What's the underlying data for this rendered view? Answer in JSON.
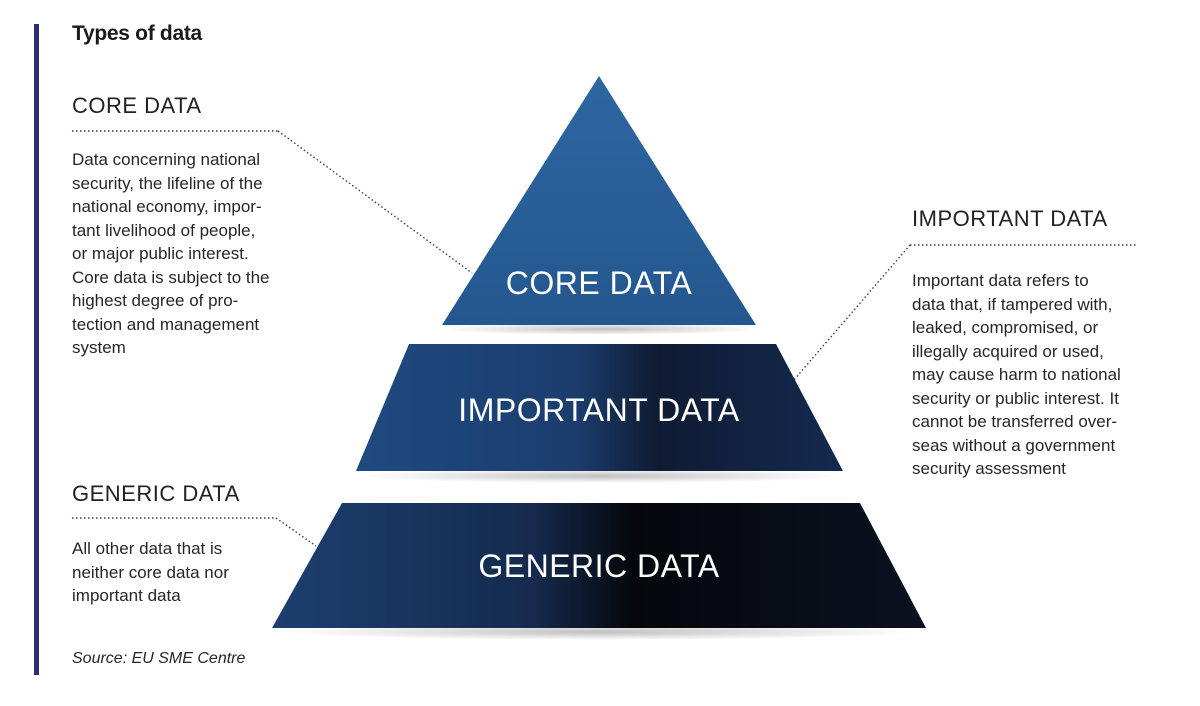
{
  "title": "Types of data",
  "source": "Source: EU SME Centre",
  "colors": {
    "accent_bar": "#2b2e73",
    "core_fill": "#2a5f98",
    "important_fill": "#1b3d6e",
    "generic_fill": "#0c1424"
  },
  "pyramid": {
    "tiers": [
      {
        "id": "core",
        "label": "CORE DATA"
      },
      {
        "id": "important",
        "label": "IMPORTANT DATA"
      },
      {
        "id": "generic",
        "label": "GENERIC DATA"
      }
    ]
  },
  "callouts": {
    "core": {
      "heading": "CORE DATA",
      "lines": [
        "Data concerning national",
        "security, the lifeline of the",
        "national economy, impor-",
        "tant livelihood of people,",
        "or major public interest.",
        "Core data is subject to the",
        "highest degree of pro-",
        "tection and management",
        "system"
      ]
    },
    "important": {
      "heading": "IMPORTANT DATA",
      "lines": [
        "Important data refers to",
        "data that, if tampered with,",
        "leaked, compromised, or",
        "illegally acquired or used,",
        "may cause harm to national",
        "security or public interest. It",
        "cannot be transferred over-",
        "seas without a government",
        "security assessment"
      ]
    },
    "generic": {
      "heading": "GENERIC DATA",
      "lines": [
        "All other data that is",
        "neither core data nor",
        "important data"
      ]
    }
  }
}
